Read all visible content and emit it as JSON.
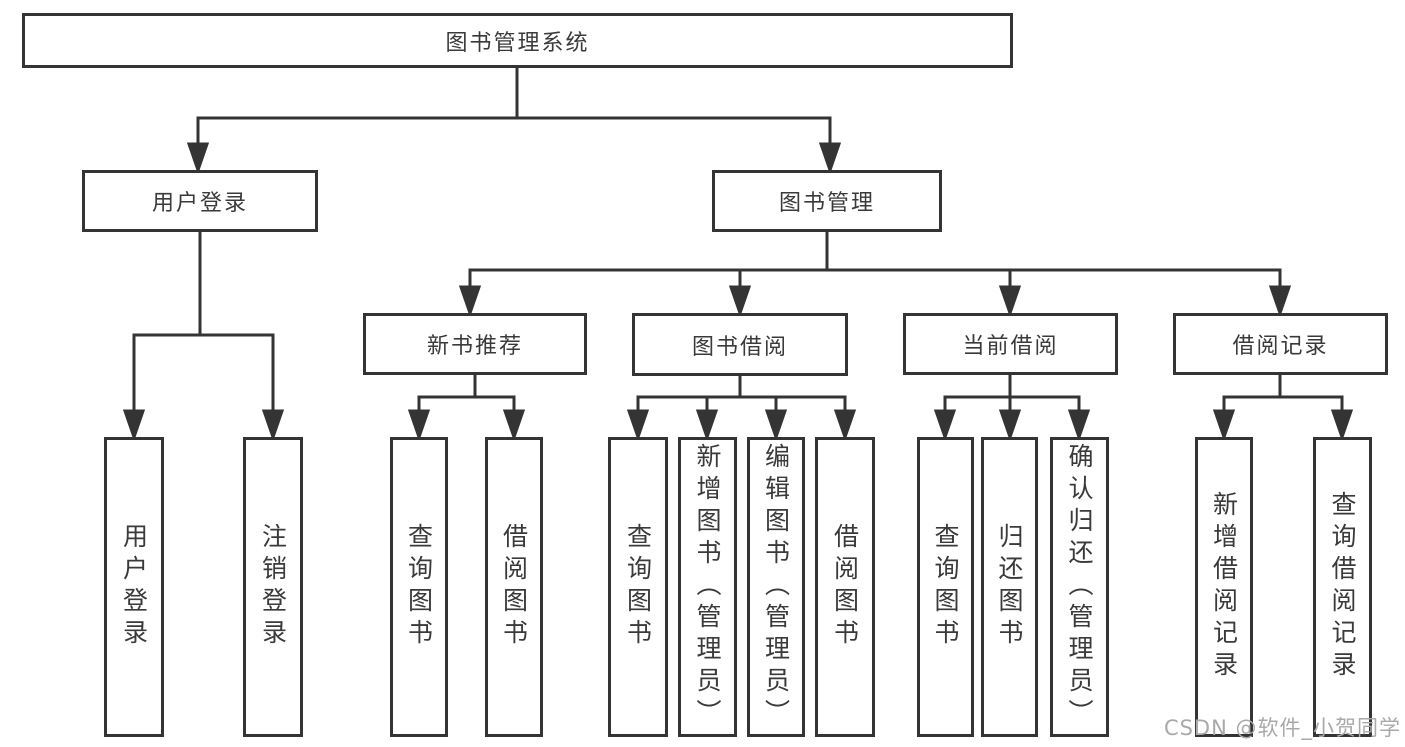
{
  "diagram": {
    "title": "图书管理系统",
    "level1": {
      "user_login": "用户登录",
      "book_management": "图书管理"
    },
    "level2": [
      "新书推荐",
      "图书借阅",
      "当前借阅",
      "借阅记录"
    ],
    "leaves": {
      "user_login": [
        "用户登录",
        "注销登录"
      ],
      "recommend": [
        "查询图书",
        "借阅图书"
      ],
      "borrow": [
        "查询图书",
        "新增图书（管理员）",
        "编辑图书（管理员）",
        "借阅图书"
      ],
      "current": [
        "查询图书",
        "归还图书",
        "确认归还（管理员）"
      ],
      "records": [
        "新增借阅记录",
        "查询借阅记录"
      ]
    }
  },
  "watermark": "CSDN @软件_小贺同学",
  "colors": {
    "line": "#343434",
    "text": "#3a3a3a",
    "background": "#ffffff",
    "watermark": "#a9a9a9"
  }
}
